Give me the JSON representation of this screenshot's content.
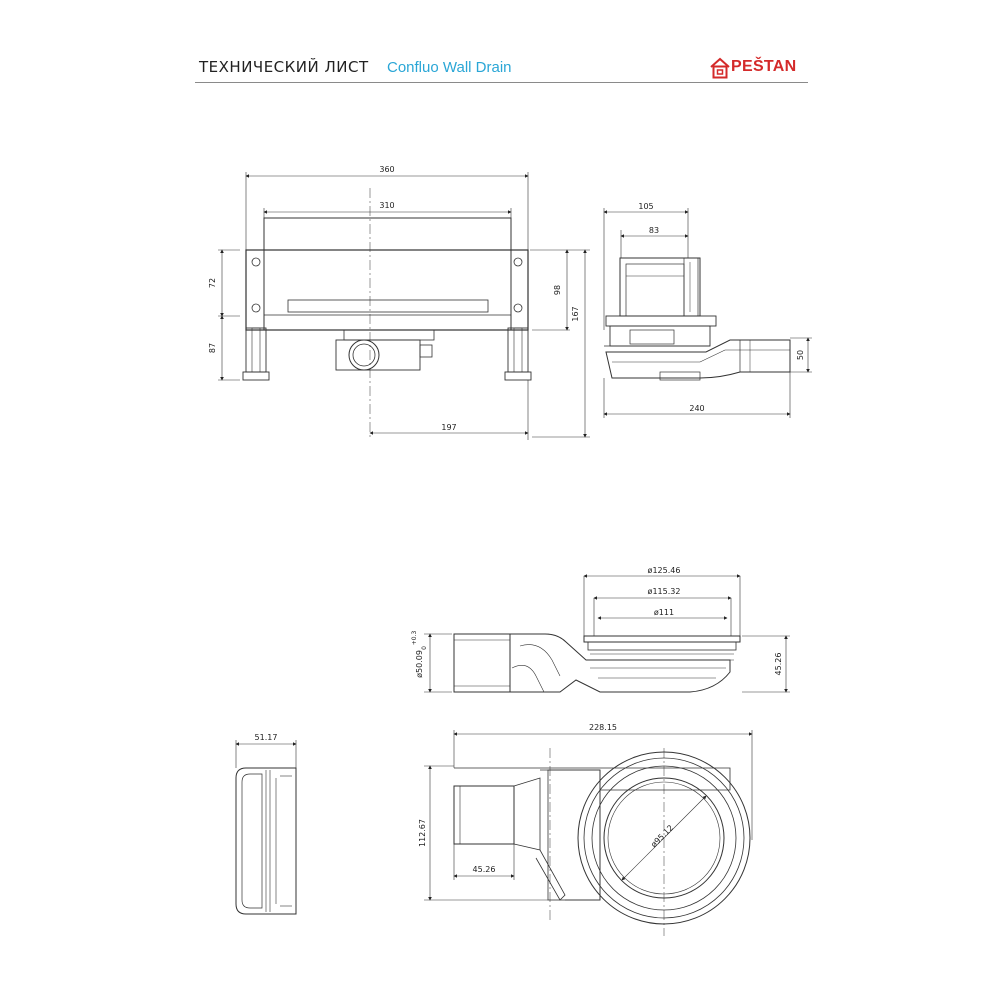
{
  "header": {
    "title": "ТЕХНИЧЕСКИЙ ЛИСТ",
    "product": "Confluo Wall Drain",
    "brand": "PEŠTAN",
    "brand_color": "#d42a2a",
    "accent_color": "#2aa6d6"
  },
  "drawings": {
    "front_view": {
      "dim_width_total": "360",
      "dim_width_inner": "310",
      "dim_height_left_top": "72",
      "dim_height_left_bottom": "87",
      "dim_height_right_inner": "98",
      "dim_height_right_total": "167",
      "dim_offset": "197"
    },
    "side_view": {
      "dim_top_total": "105",
      "dim_top_inner": "83",
      "dim_outlet": "50",
      "dim_length": "240"
    },
    "trap_side_view": {
      "dim_d1": "ø125.46",
      "dim_d2": "ø115.32",
      "dim_d3": "ø111",
      "dim_height": "45.26",
      "dim_pipe": "ø50.09",
      "dim_pipe_tol_upper": "+0.3",
      "dim_pipe_tol_lower": "0"
    },
    "trap_end_view": {
      "dim_width": "51.17"
    },
    "trap_top_view": {
      "dim_length": "228.15",
      "dim_width": "112.67",
      "dim_pipe": "45.26",
      "dim_inner_diameter": "ø95.12"
    }
  }
}
